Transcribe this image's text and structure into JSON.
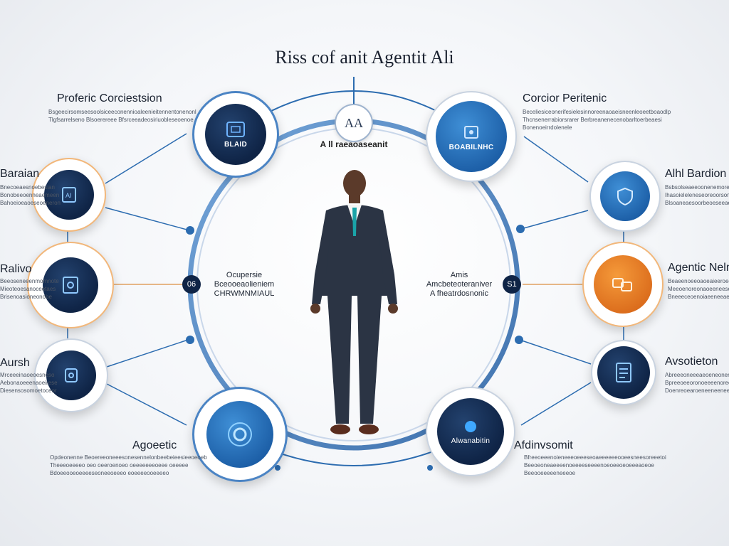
{
  "title": "Riss cof anit Agentit Ali",
  "center": {
    "subtitle": "A ll raeaoaseanit",
    "mark": "AA",
    "left_badge": "06",
    "left_text": [
      "Ocupersie",
      "Bceooeaolieniem",
      "CHRWMNMIAUL"
    ],
    "right_badge": "S1",
    "right_text": [
      "Amis",
      "Amcbeteoteraniver",
      "A fheatrdosnonic"
    ]
  },
  "top_nodes": {
    "left_label": "BLAID",
    "right_label": "BOABILNHC"
  },
  "bottom_nodes": {
    "right_label": "Alwanabitin"
  },
  "callouts": {
    "top_left": {
      "heading": "Proferic Corciestsion",
      "lines": [
        "Bsgeecirsomseesoolsiceeconennioaleenieitennentonenonl",
        "Tlgfsarrelseno  Blsoerereee  Bfsrceeadeosiriuobleseoenoe"
      ]
    },
    "top_right": {
      "heading": "Corcior Peritenic",
      "lines": [
        "Beceliesiceonerifesielesinnoreenaoaeisneenleoeetboaodlp",
        "Thcnsenerrabiorsrarer  Berbreanenecenobarltoerbeaesi",
        "Bonenoeirrdolenele"
      ]
    },
    "left_1": {
      "heading": "Baraian",
      "lines": [
        "Bnecoeaesnoebesian",
        "Bonobeeoenneaemeen",
        "Bahoeioeaoeseoeneron"
      ]
    },
    "left_2": {
      "heading": "Ralivo",
      "lines": [
        "Beeoseneeenmomnote",
        "Mieoteoesanoceetaes",
        "Brisenoasioneonobe"
      ]
    },
    "left_3": {
      "heading": "Aursh",
      "lines": [
        "Mrceeeinaoeoesneso",
        "Aebonaoeeenaoeirese",
        "Diesensosomoetoceor"
      ]
    },
    "right_1": {
      "heading": "Alhl Bardion",
      "lines": [
        "Bsbsolseaeeoonenemorenosen",
        "Ihasoieleleneseoreoorsonso",
        "Blsoaneaesoorbeoeseeaeatnee"
      ]
    },
    "right_2": {
      "heading": "Agentic Nelm",
      "lines": [
        "Beaeenoeeoaoeaieeroeesonee",
        "Meeoenoreonaoeeneeseoreee",
        "Bneeeceoenoiaeeneeaeeeoee"
      ]
    },
    "right_3": {
      "heading": "Avsotieton",
      "lines": [
        "Abreeeoneeeaeoeneonenoeroe",
        "Bpreeoeeoronoeeeenoreeneoe",
        "Doenreoearoeneeneeneeeeoe"
      ]
    },
    "bottom_left": {
      "heading": "Agoeetic",
      "lines": [
        "Opdeonenne Beoereeoneeesonesennelonbeebeieesieeoeoeb",
        "Theeeoeeeeo oeo oeeroenoeo oeeeeeeeoeee oeeeee",
        "Bdoeeooeoeeeeseoneeoeeeo eoeeeeooeeeeo"
      ]
    },
    "bottom_right": {
      "heading": "Afdinvsomit",
      "lines": [
        "Bfreeoeeenoieneeeoeeeseoaeeeeeeooeesneesoreeetoi",
        "Beeoeoneaeeeenoeeeeseeeenoeoeeoeoeeeaoeoe",
        "Beeooeeeeeneeeoe"
      ]
    }
  },
  "colors": {
    "navy": "#0f2446",
    "accent_blue": "#1c5ea6",
    "accent_orange": "#d9691a",
    "line_blue": "#2c6cb0"
  }
}
